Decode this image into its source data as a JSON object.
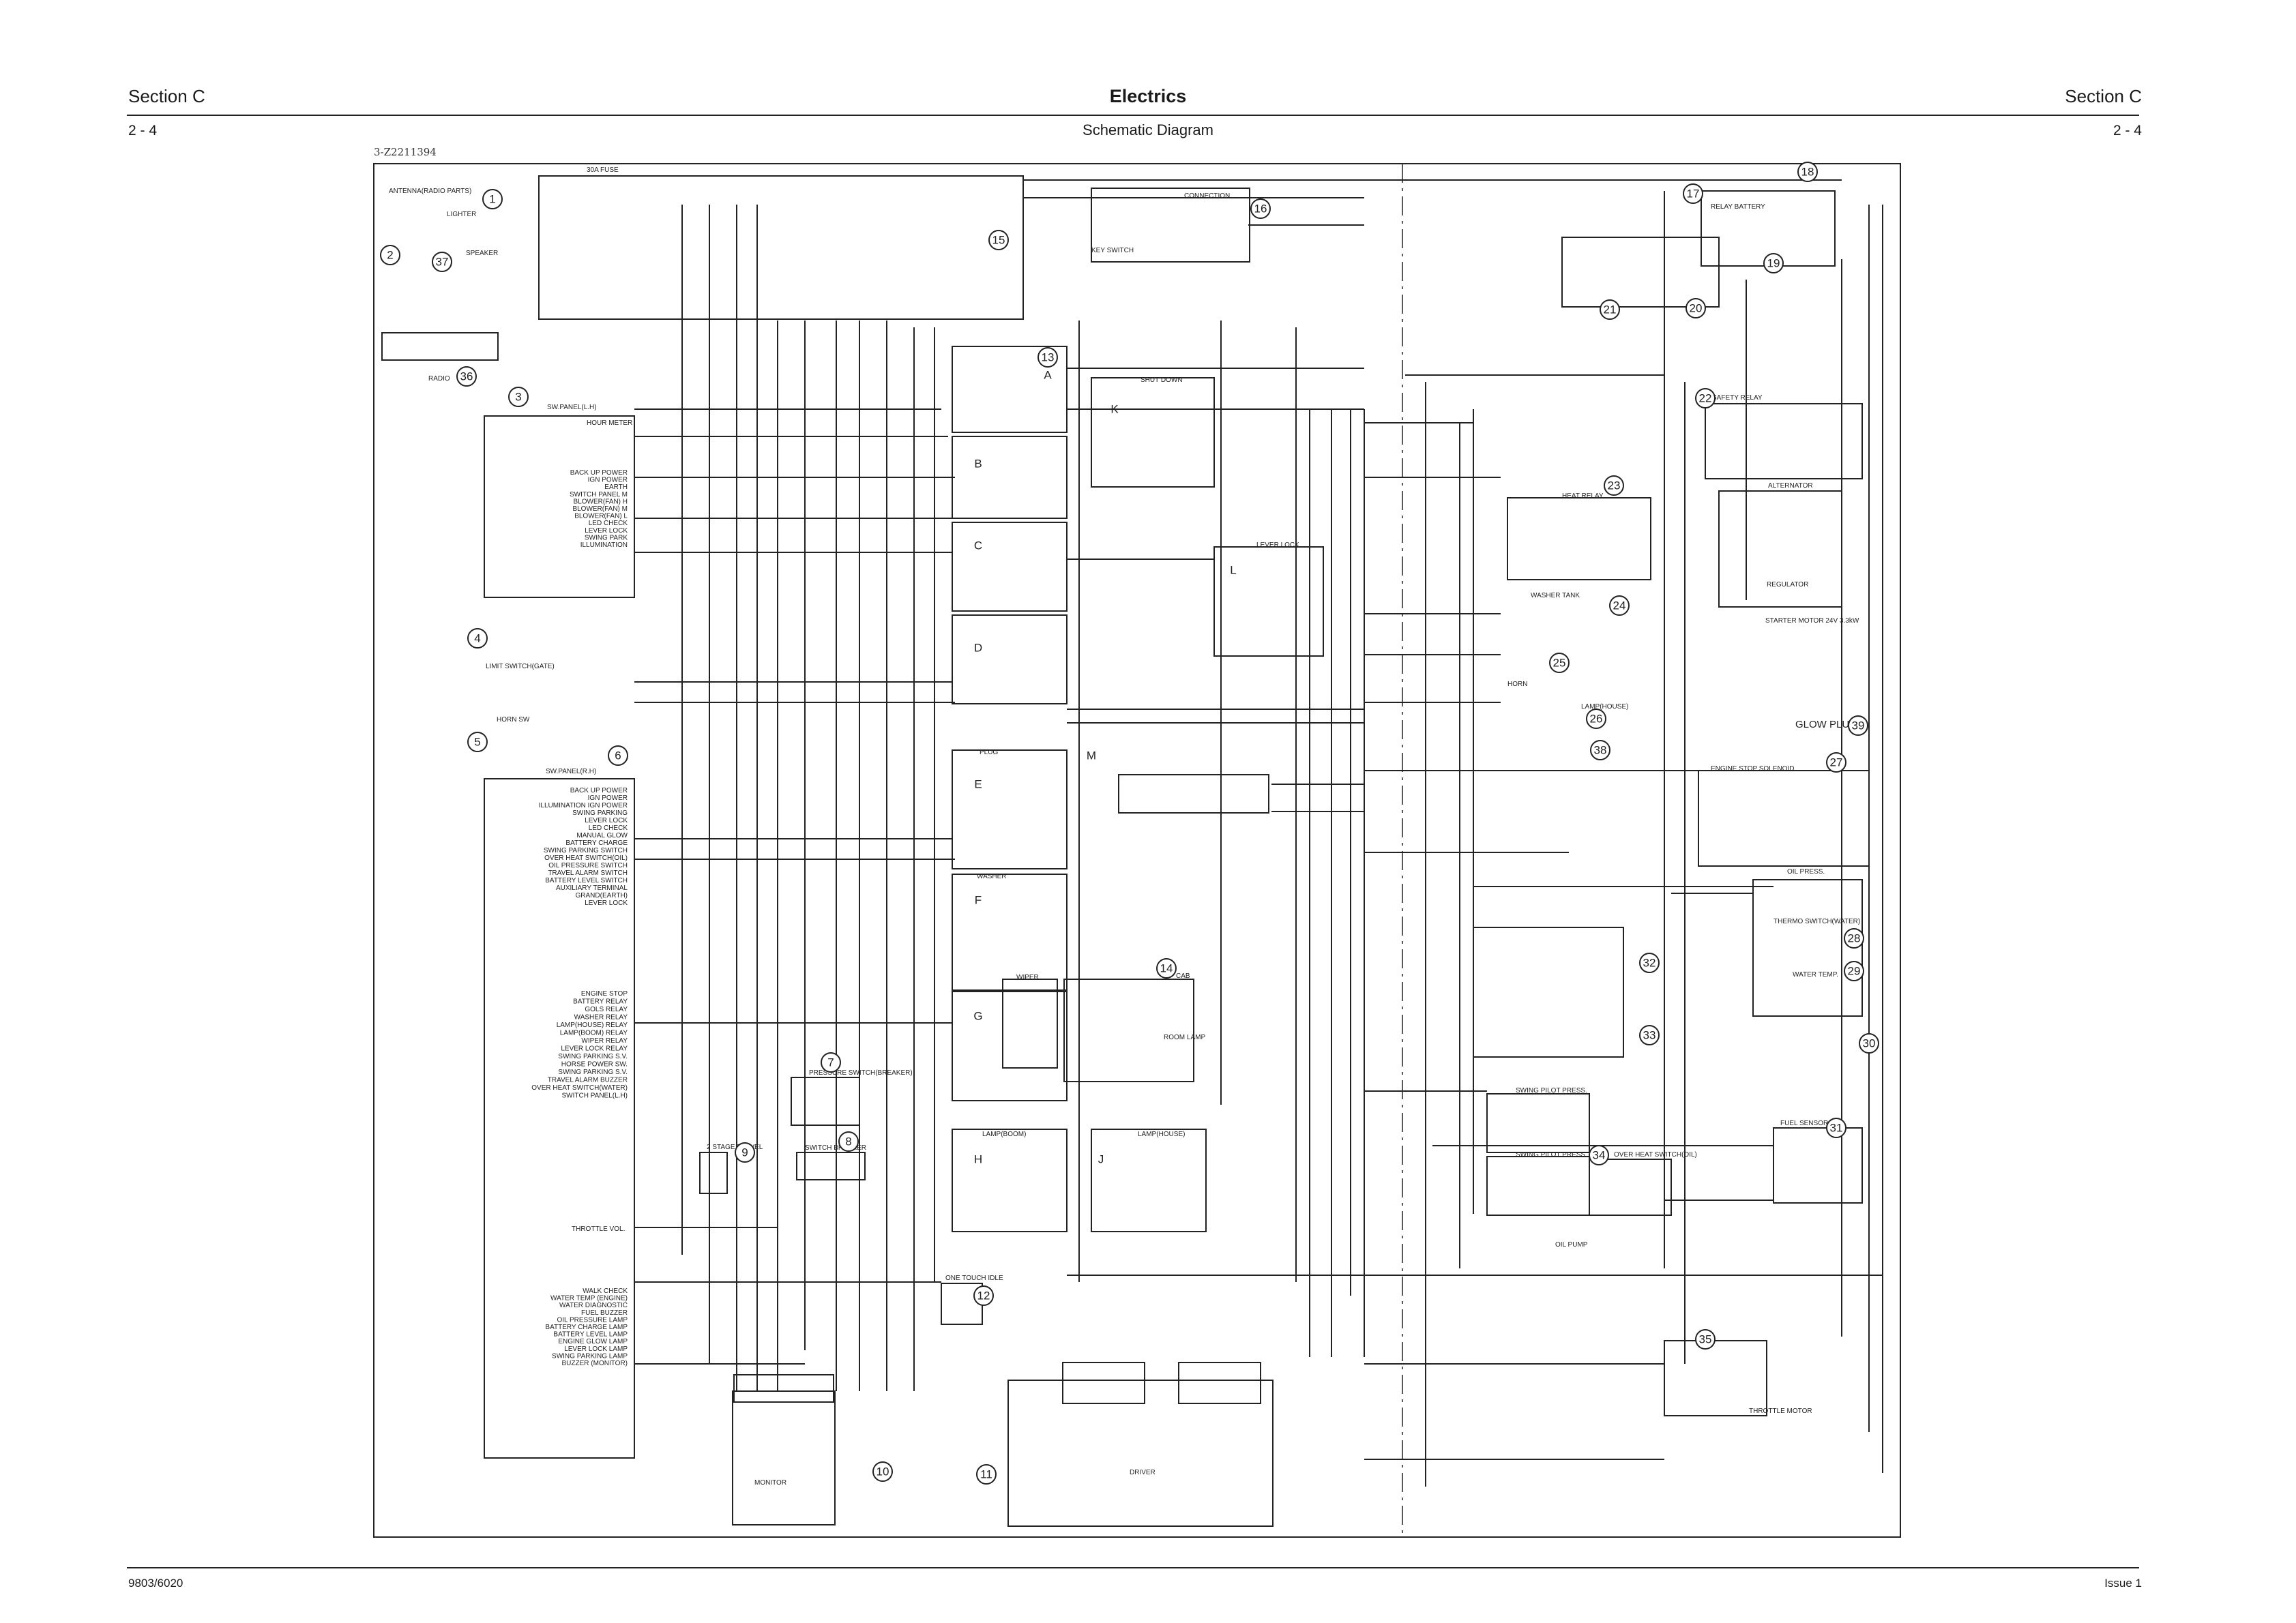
{
  "header": {
    "section_left": "Section C",
    "section_right": "Section C",
    "title": "Electrics",
    "subtitle": "Schematic Diagram",
    "page_left": "2 - 4",
    "page_right": "2 - 4",
    "handwritten_note": "3-Z2211394"
  },
  "footer": {
    "doc_number": "9803/6020",
    "issue": "Issue 1"
  },
  "labels": {
    "fuse_box": "30A FUSE",
    "antenna": "ANTENNA(RADIO PARTS)",
    "lighter": "LIGHTER",
    "speaker": "SPEAKER",
    "radio": "RADIO",
    "sw_panel_top": "SW.PANEL(L.H)",
    "hour_meter": "HOUR METER",
    "limit_switch": "LIMIT SWITCH(GATE)",
    "horn_sw": "HORN SW",
    "sw_panel_rh": "SW.PANEL(R.H)",
    "throttle_vol": "THROTTLE VOL.",
    "monitor": "MONITOR",
    "driver": "DRIVER",
    "key_switch": "KEY SWITCH",
    "connection": "CONNECTION",
    "relay_battery": "RELAY BATTERY",
    "safety_relay": "SAFETY RELAY",
    "heat_relay": "HEAT RELAY",
    "alternator": "ALTERNATOR",
    "regulator": "REGULATOR",
    "starter_motor": "STARTER MOTOR 24V 3.3kW",
    "washer_tank": "WASHER TANK",
    "horn": "HORN",
    "lamp_boom": "LAMP(BOOM)",
    "lamp_house": "LAMP(HOUSE)",
    "glow_plug": "GLOW PLUG",
    "engine_stop_solenoid": "ENGINE STOP SOLENOID",
    "oil_press": "OIL PRESS.",
    "thermo_switch": "THERMO SWITCH(WATER)",
    "water_temp": "WATER TEMP.",
    "swing_pilot_press_1": "SWING PILOT PRESS.",
    "swing_pilot_press_2": "SWING PILOT PRESS.",
    "over_heat_switch": "OVER HEAT SWITCH(OIL)",
    "fuel_sensor": "FUEL SENSOR",
    "oil_pump": "OIL PUMP",
    "throttle_motor": "THROTTLE MOTOR",
    "one_touch_idle": "ONE TOUCH IDLE",
    "two_stage_travel": "2 STAGE TRAVEL",
    "switch_breaker": "SWITCH BREAKER",
    "pressure_switch": "PRESSURE SWITCH(BREAKER)",
    "cab": "CAB",
    "room_lamp": "ROOM LAMP",
    "wiper": "WIPER",
    "lever_lock": "LEVER LOCK",
    "shut_down": "SHUT DOWN",
    "plug": "PLUG",
    "washer": "WASHER",
    "sw_panel_left_list": [
      "BACK UP POWER",
      "IGN POWER",
      "EARTH",
      "SWITCH PANEL M",
      "BLOWER(FAN) H",
      "BLOWER(FAN) M",
      "BLOWER(FAN) L",
      "LED CHECK",
      "LEVER LOCK",
      "SWING PARK",
      "ILLUMINATION"
    ],
    "sw_panel_rh_list": [
      "BACK UP POWER",
      "IGN POWER",
      "ILLUMINATION IGN POWER",
      "SWING PARKING",
      "LEVER LOCK",
      "LED CHECK",
      "MANUAL GLOW",
      "BATTERY CHARGE",
      "SWING PARKING SWITCH",
      "OVER HEAT SWITCH(OIL)",
      "OIL PRESSURE SWITCH",
      "TRAVEL ALARM SWITCH",
      "BATTERY LEVEL SWITCH",
      "AUXILIARY TERMINAL",
      "GRAND(EARTH)",
      "LEVER LOCK"
    ],
    "relay_list": [
      "ENGINE STOP",
      "BATTERY RELAY",
      "GOLS RELAY",
      "WASHER RELAY",
      "LAMP(HOUSE) RELAY",
      "LAMP(BOOM) RELAY",
      "WIPER RELAY",
      "LEVER LOCK RELAY",
      "SWING PARKING S.V.",
      "HORSE POWER SW.",
      "SWING PARKING S.V.",
      "TRAVEL ALARM BUZZER",
      "OVER HEAT SWITCH(WATER)",
      "SWITCH PANEL(L.H)"
    ],
    "monitor_list": [
      "WALK CHECK",
      "WATER TEMP (ENGINE)",
      "WATER DIAGNOSTIC",
      "FUEL BUZZER",
      "OIL PRESSURE LAMP",
      "BATTERY CHARGE LAMP",
      "BATTERY LEVEL LAMP",
      "ENGINE GLOW LAMP",
      "LEVER LOCK LAMP",
      "SWING PARKING LAMP",
      "BUZZER (MONITOR)"
    ]
  },
  "callouts": [
    "1",
    "2",
    "3",
    "4",
    "5",
    "6",
    "7",
    "8",
    "9",
    "10",
    "11",
    "12",
    "13",
    "14",
    "15",
    "16",
    "17",
    "18",
    "19",
    "20",
    "21",
    "22",
    "23",
    "24",
    "25",
    "26",
    "27",
    "28",
    "29",
    "30",
    "31",
    "32",
    "33",
    "34",
    "35",
    "36",
    "37",
    "38",
    "39"
  ],
  "sub_callouts": [
    "A",
    "B",
    "C",
    "D",
    "E",
    "F",
    "G",
    "H",
    "J",
    "K",
    "L",
    "M"
  ]
}
